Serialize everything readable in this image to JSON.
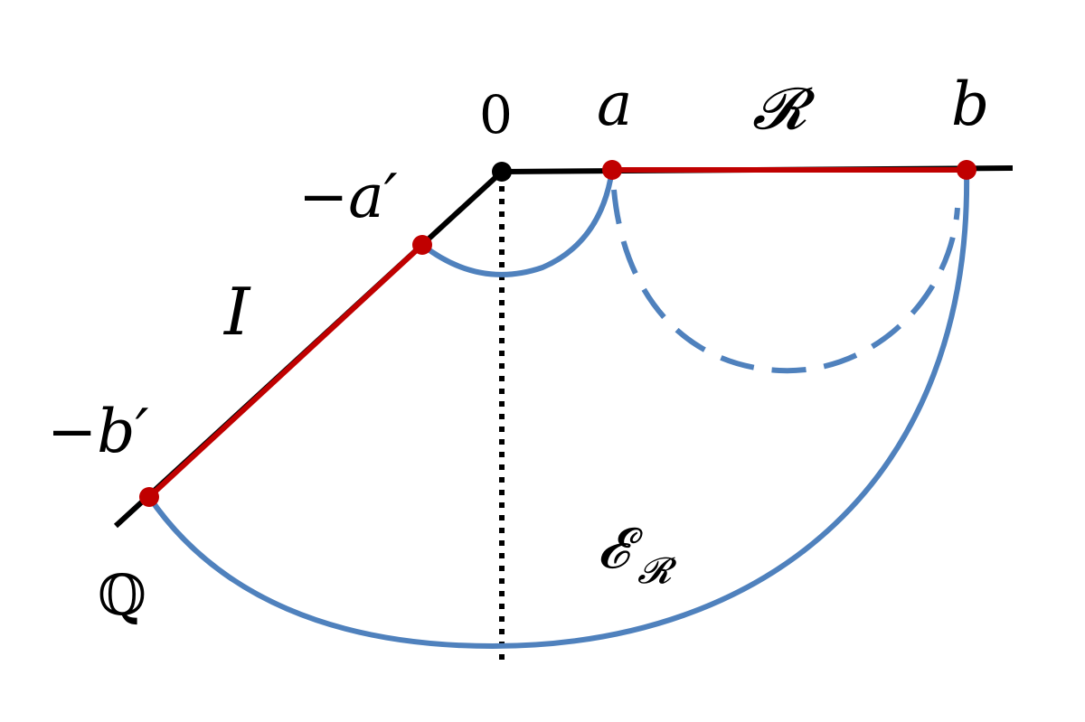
{
  "labels": {
    "origin": "0",
    "a": "a",
    "b": "b",
    "neg_a_prime": "−a′",
    "neg_b_prime": "−b′",
    "region_R": "𝓡",
    "interval_I": "I",
    "entanglement_wedge": "𝓔",
    "entanglement_wedge_sub": "𝓡",
    "brane_Q": "ℚ"
  },
  "colors": {
    "boundary": "#000000",
    "segment": "#c00000",
    "geodesic": "#4f81bd",
    "point": "#c00000",
    "origin_point": "#000000"
  }
}
